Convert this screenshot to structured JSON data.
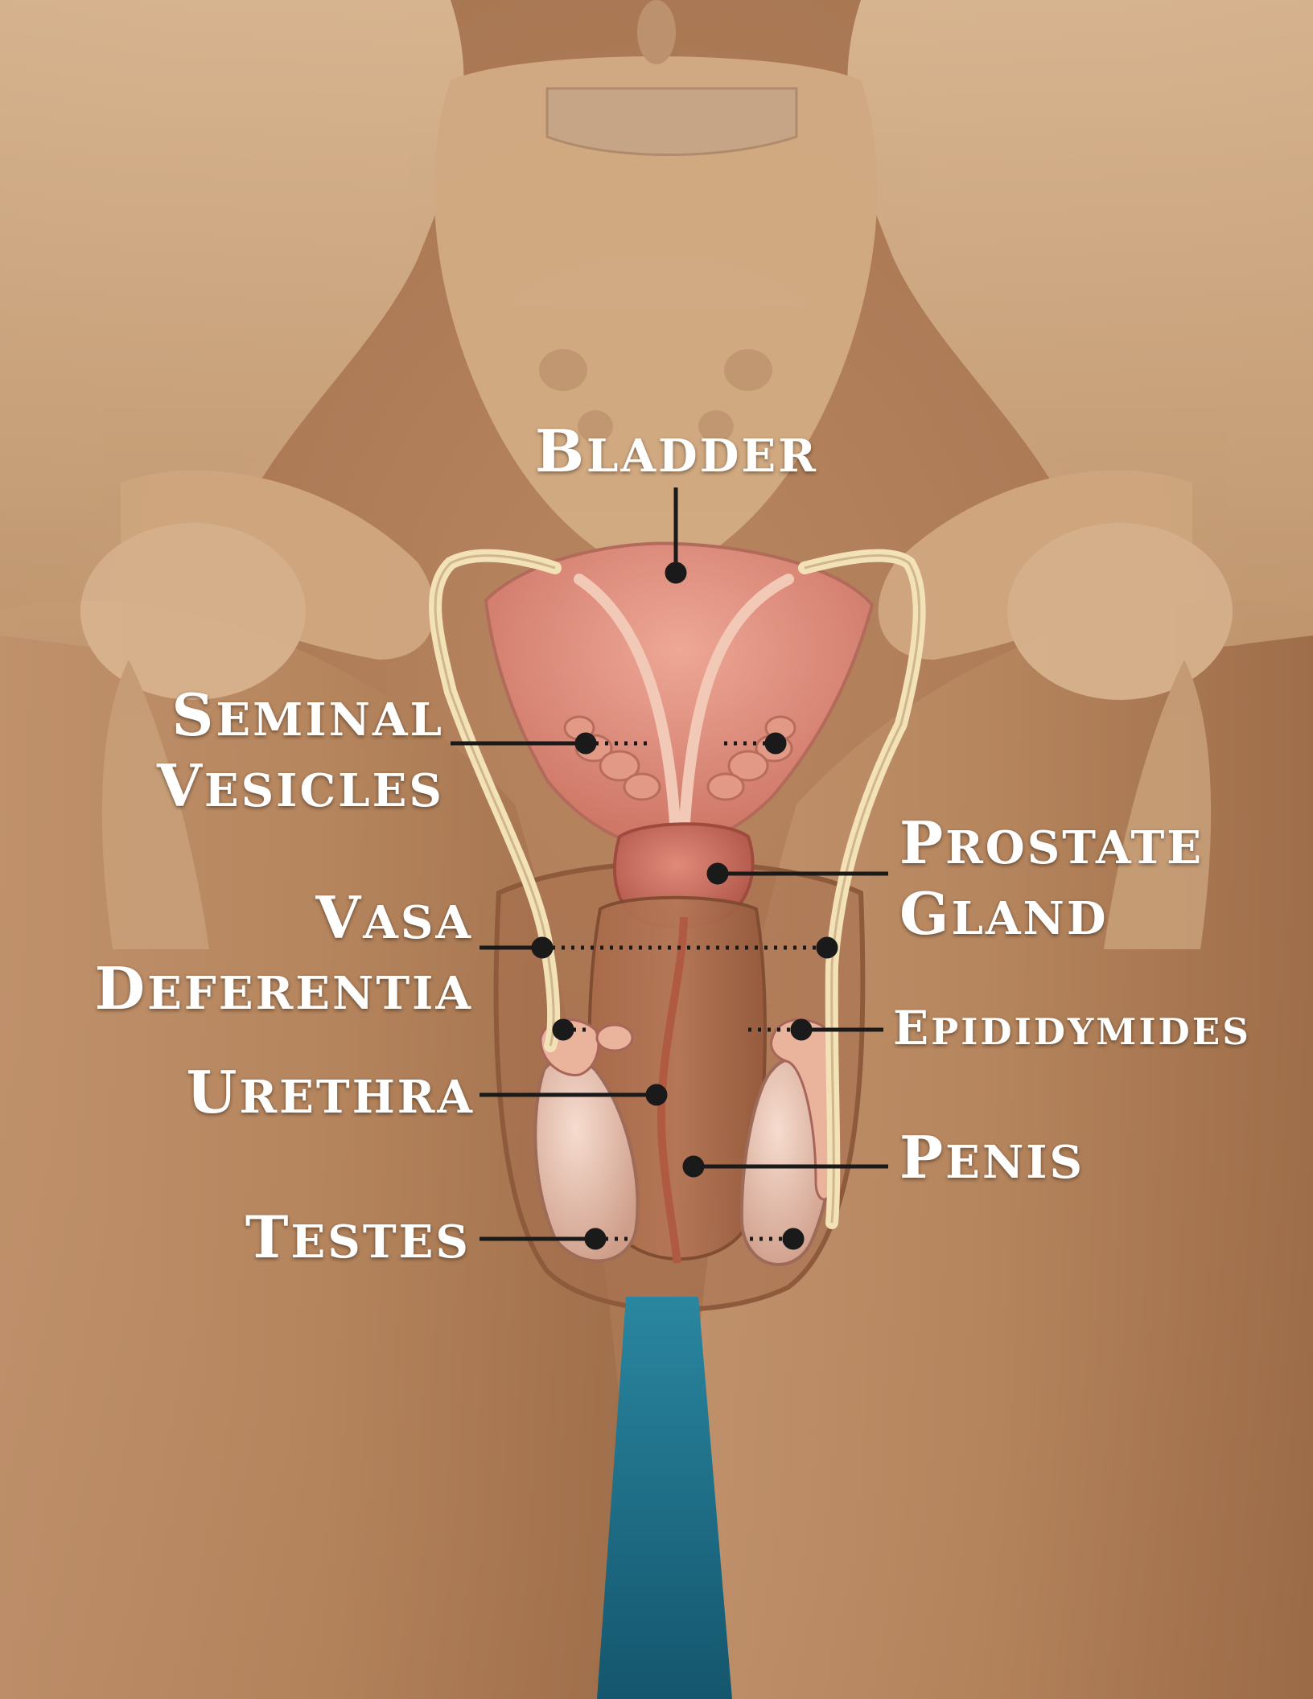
{
  "colors": {
    "skin": "#b07a52",
    "bone": "#d6b08a",
    "bladder": "#d98a7a",
    "prostate": "#c86656",
    "vas": "#f3e2b8",
    "testis": "#e8c2ae",
    "penis": "#9c6445",
    "leader": "#1a1a1a",
    "label": "#ffffff",
    "drape": "#1f6f88"
  },
  "labels": {
    "bladder": "Bladder",
    "seminal_vesicles": [
      "Seminal",
      "Vesicles"
    ],
    "prostate_gland": [
      "Prostate",
      "Gland"
    ],
    "vasa_deferentia": [
      "Vasa",
      "Deferentia"
    ],
    "epididymides": "Epididymides",
    "urethra": "Urethra",
    "penis": "Penis",
    "testes": "Testes"
  }
}
